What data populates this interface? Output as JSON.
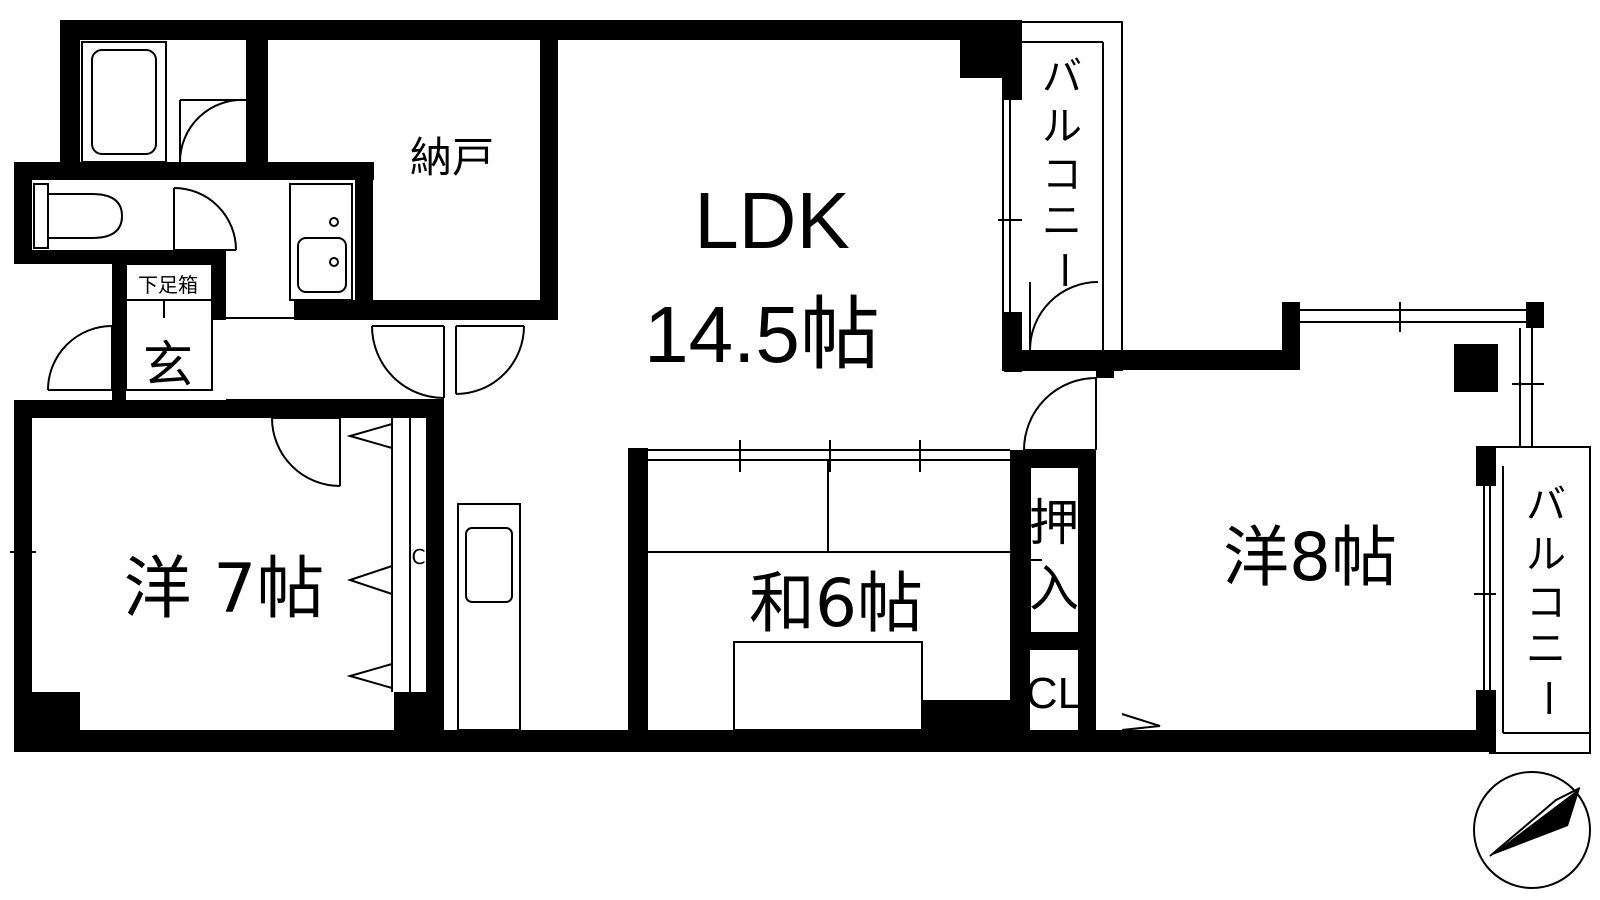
{
  "plan": {
    "colors": {
      "wall": "#000000",
      "line": "#000000",
      "background": "#ffffff"
    },
    "rooms": {
      "ldk_name": "LDK",
      "ldk_size": "14.5帖",
      "storage": "納戸",
      "genkan": "玄",
      "shoe_box": "下足箱",
      "western_7": "洋 7帖",
      "japanese_6": "和6帖",
      "western_8": "洋8帖",
      "oshiire_1": "押",
      "oshiire_2": "入",
      "closet_right": "CL",
      "closet_left": "CL",
      "balcony_upper": [
        "バ",
        "ル",
        "コ",
        "ニ",
        "ー"
      ],
      "balcony_lower": [
        "バ",
        "ル",
        "コ",
        "ニ",
        "ー"
      ]
    },
    "icons": {
      "compass": "north-arrow-icon"
    }
  }
}
